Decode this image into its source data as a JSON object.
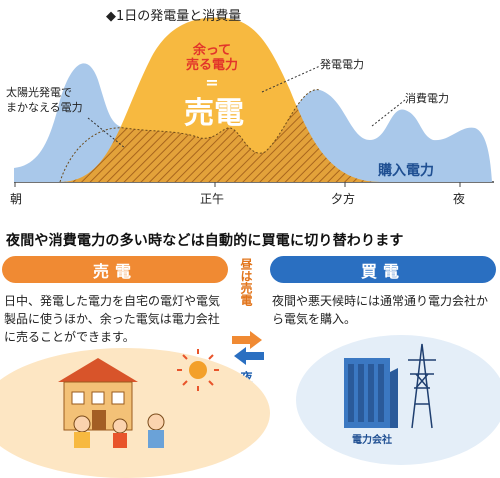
{
  "chart": {
    "title": "◆1日の発電量と消費量",
    "surplus_line1": "余って",
    "surplus_line2": "売る電力",
    "equals": "=",
    "sell_big": "売電",
    "generated_label": "発電電力",
    "consumed_label": "消費電力",
    "selfuse_line1": "太陽光発電で",
    "selfuse_line2": "まかなえる電力",
    "purchase_label": "購入電力",
    "axis_labels": [
      "朝",
      "正午",
      "夕方",
      "夜"
    ]
  },
  "headline": "夜間や消費電力の多い時などは自動的に買電に切り替わります",
  "sell": {
    "banner": "売電",
    "text": "日中、発電した電力を自宅の電灯や電気製品に使うほか、余った電気は電力会社に売ることができます。"
  },
  "buy": {
    "banner": "買電",
    "text": "夜間や悪天候時には通常通り電力会社から電気を購入。",
    "company_label": "電力会社"
  },
  "flow": {
    "day_sell": "昼は売電",
    "night_buy": "夜は買電"
  },
  "colors": {
    "generation": "#f7b940",
    "consumption": "#a9c8ea",
    "purchase_text": "#1f4f92",
    "sell_orange": "#f08a33",
    "buy_blue": "#2a6fc1"
  }
}
